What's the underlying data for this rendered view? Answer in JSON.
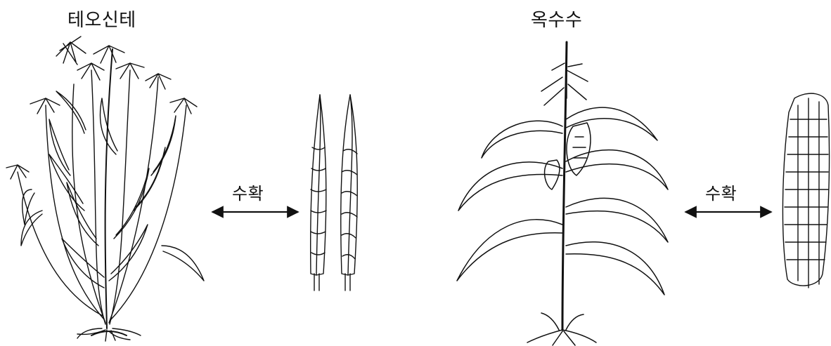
{
  "labels": {
    "teosinte": "테오신테",
    "corn": "옥수수",
    "harvest_left": "수확",
    "harvest_right": "수확"
  },
  "colors": {
    "ink": "#111111",
    "background": "#ffffff"
  }
}
